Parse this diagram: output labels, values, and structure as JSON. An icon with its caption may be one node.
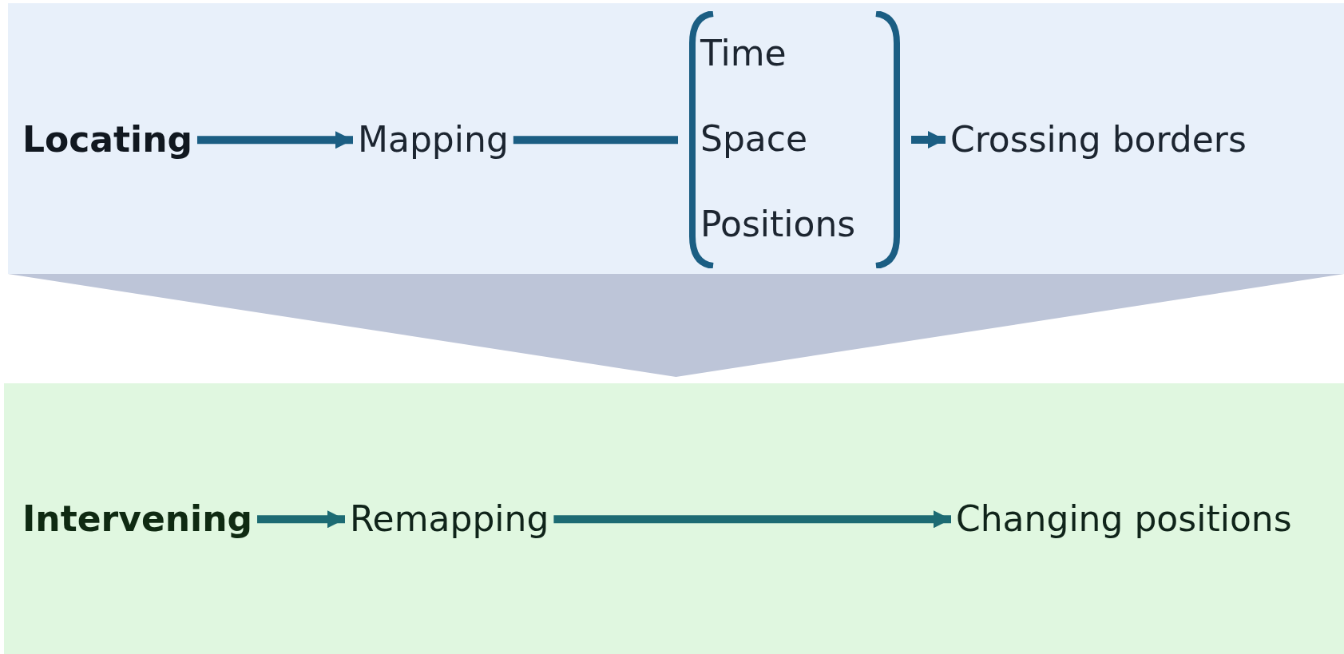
{
  "diagram": {
    "nodes": [
      {
        "text": [],
        "shape": "box"
      },
      {
        "text": [
          "Locating"
        ],
        "in": 0
      },
      {
        "text": [
          "Mapping"
        ],
        "in": 0
      },
      {
        "text": [
          "Time",
          "Space",
          "Positions"
        ],
        "in": 0
      },
      {
        "text": [
          "Crossing borders"
        ],
        "in": 0
      },
      {
        "text": [],
        "shape": "box"
      },
      {
        "text": [
          "Intervening"
        ],
        "in": 5
      },
      {
        "text": [
          "Remapping"
        ],
        "in": 5
      },
      {
        "text": [
          "Changing positions"
        ],
        "in": 5
      }
    ],
    "edges": [
      {
        "from": 1,
        "to": 2,
        "arrow": "to"
      },
      {
        "from": 2,
        "to": 3,
        "arrow": "none"
      },
      {
        "from": 3,
        "to": 4,
        "arrow": "to"
      },
      {
        "from": 0,
        "to": 5,
        "arrow": "to",
        "color": "#bdc5d8"
      },
      {
        "from": 6,
        "to": 7,
        "arrow": "to",
        "color": "#1d6b73"
      },
      {
        "from": 7,
        "to": 8,
        "arrow": "to",
        "color": "#1d6b73"
      }
    ]
  }
}
